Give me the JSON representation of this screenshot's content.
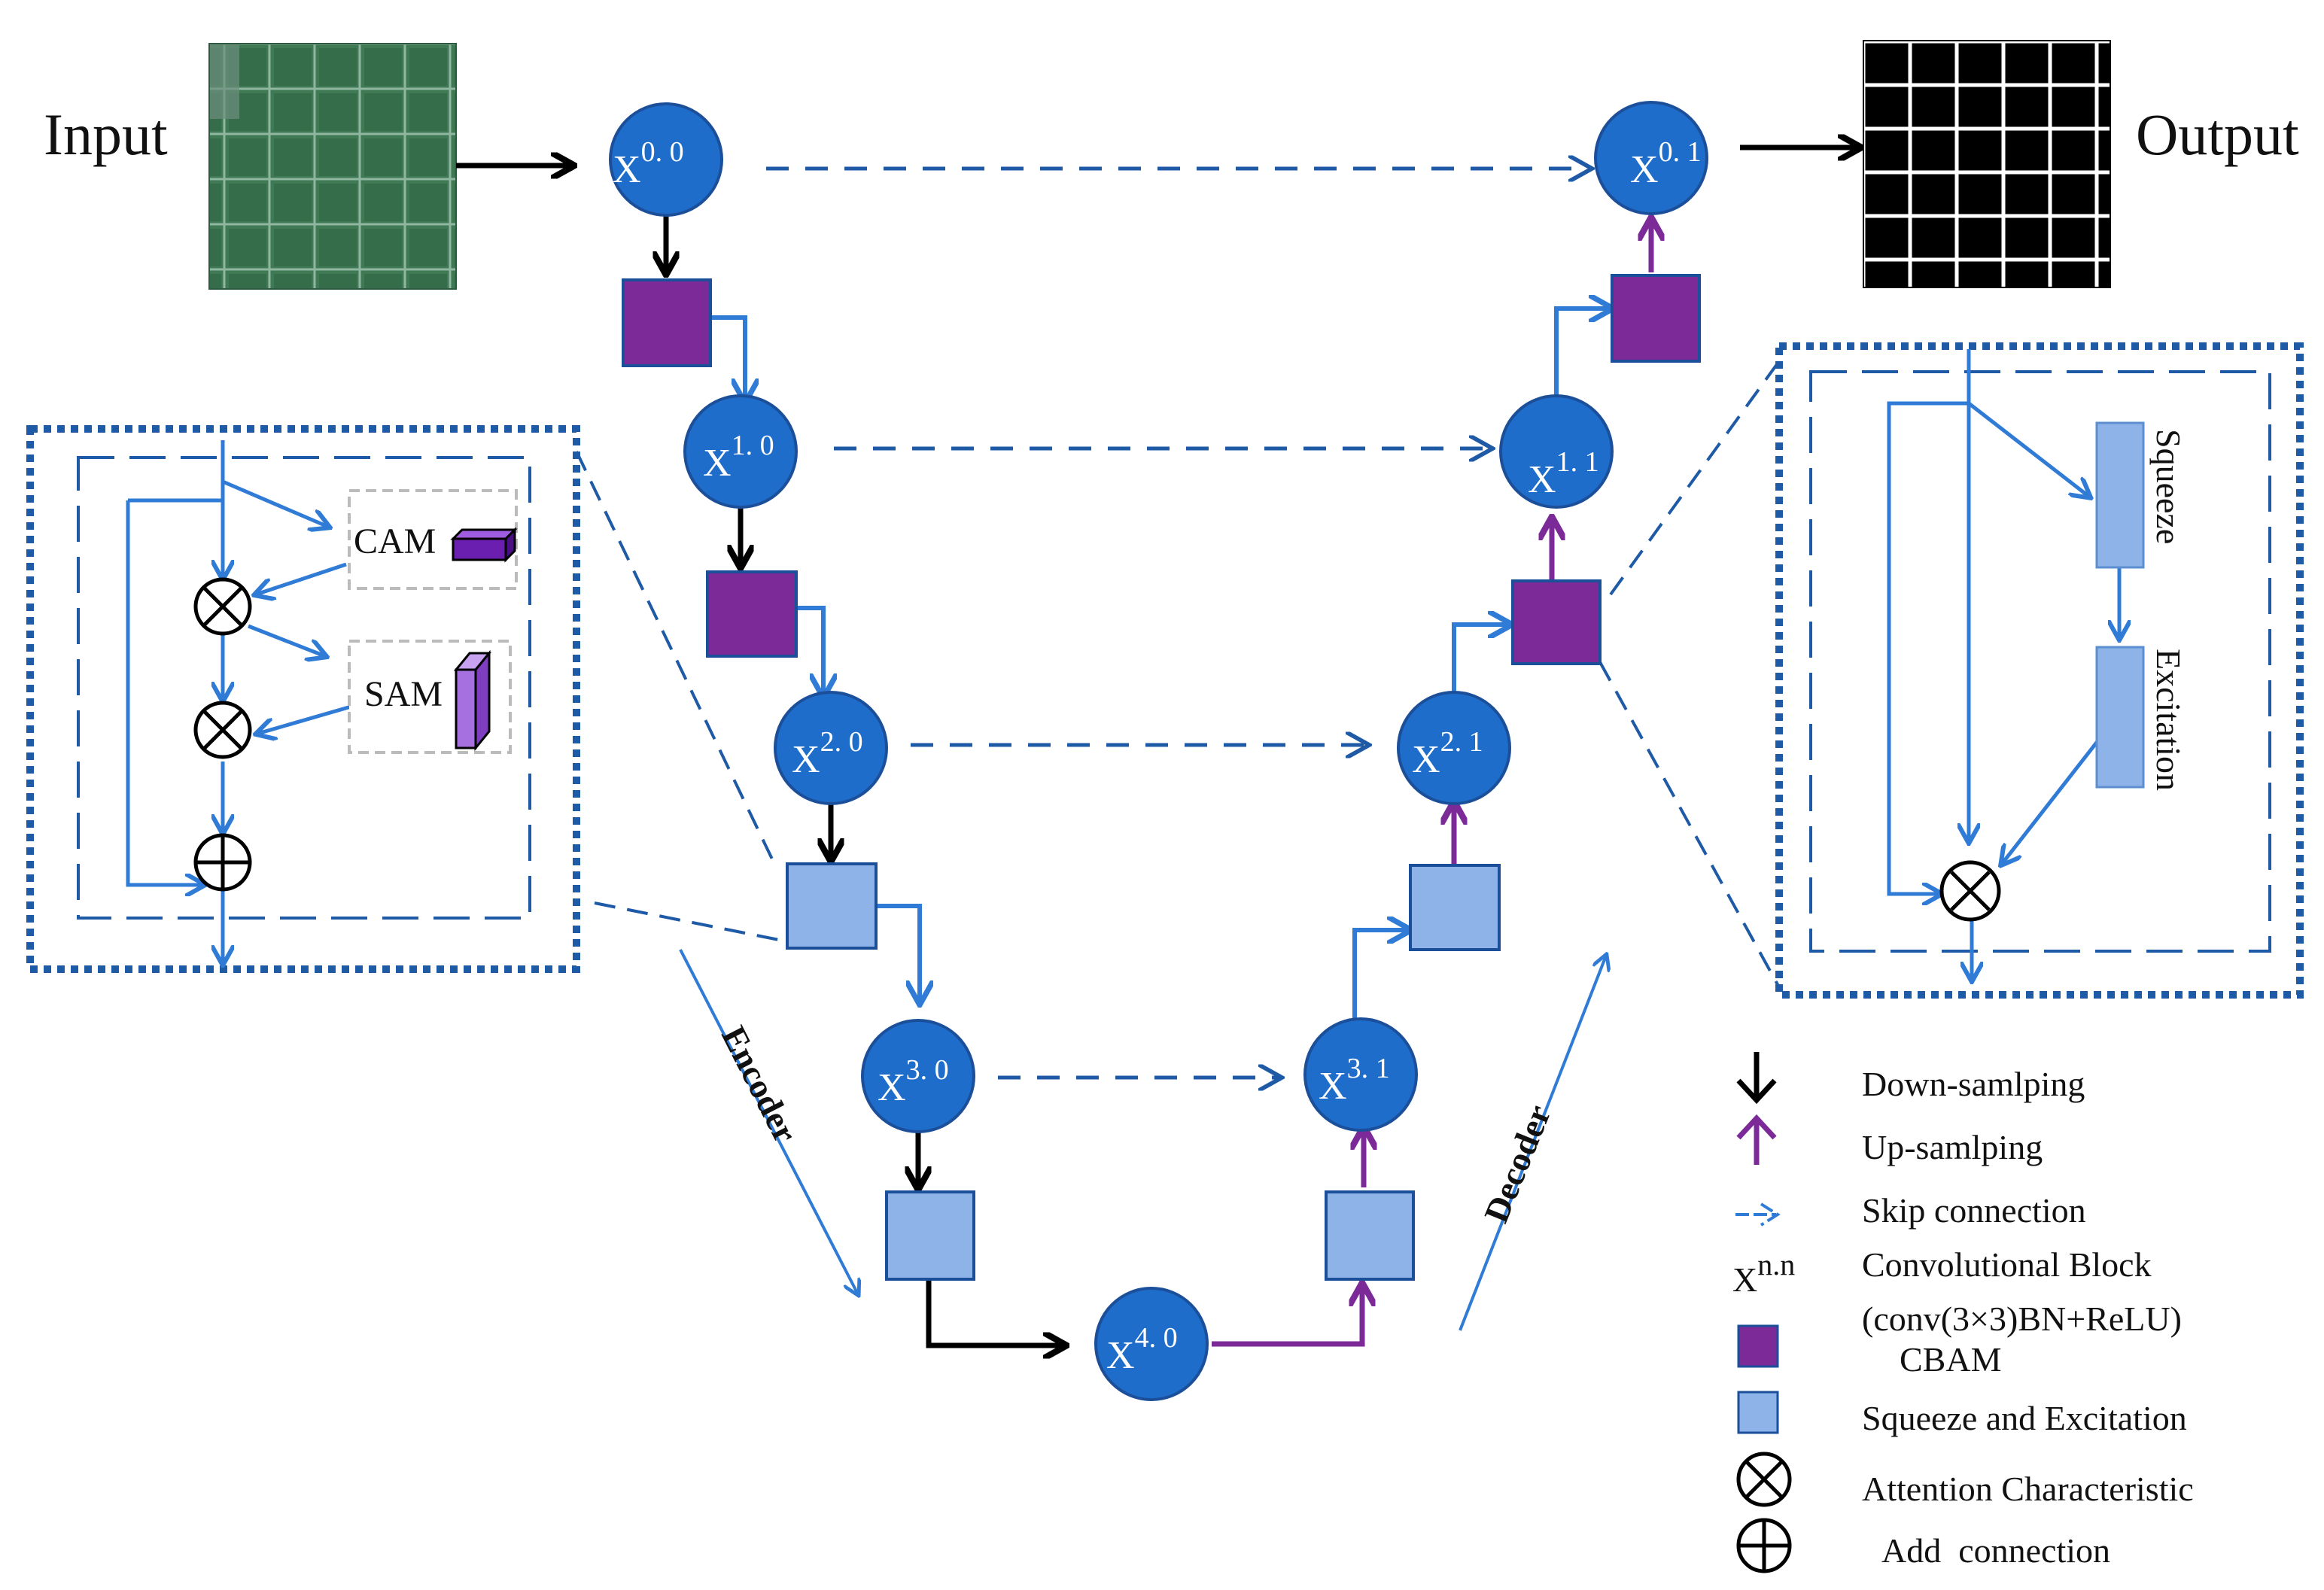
{
  "labels": {
    "input": "Input",
    "output": "Output",
    "encoder": "Encoder",
    "decoder": "Decoder"
  },
  "nodes": [
    {
      "id": "x00",
      "base": "X",
      "sup": "0. 0"
    },
    {
      "id": "x10",
      "base": "X",
      "sup": "1. 0"
    },
    {
      "id": "x20",
      "base": "X",
      "sup": "2. 0"
    },
    {
      "id": "x30",
      "base": "X",
      "sup": "3. 0"
    },
    {
      "id": "x40",
      "base": "X",
      "sup": "4. 0"
    },
    {
      "id": "x31",
      "base": "X",
      "sup": "3. 1"
    },
    {
      "id": "x21",
      "base": "X",
      "sup": "2. 1"
    },
    {
      "id": "x11",
      "base": "X",
      "sup": "1. 1"
    },
    {
      "id": "x01",
      "base": "X",
      "sup": "0. 1"
    }
  ],
  "cbam_detail": {
    "cam_label": "CAM",
    "sam_label": "SAM"
  },
  "se_detail": {
    "squeeze_label": "Squeeze",
    "excitation_label": "Excitation"
  },
  "legend": {
    "down": "Down-samlping",
    "up": "Up-samlping",
    "skip": "Skip connection",
    "conv_symbol_base": "X",
    "conv_symbol_sup": "n.n",
    "conv_line1": "Convolutional Block",
    "conv_line2": "(conv(3×3)BN+ReLU)",
    "cbam": "CBAM",
    "se": "Squeeze and Excitation",
    "attention": "Attention Characteristic",
    "add": "Add  connection"
  },
  "colors": {
    "node_fill": "#1F6DCB",
    "node_stroke": "#1B4F9A",
    "cbam_fill": "#7B2A98",
    "se_fill": "#8DB3E8",
    "blue_arrow": "#2F7BD6",
    "dashed_blue": "#1F5AA6",
    "purple_arrow": "#7B2A98",
    "black_arrow": "#000000",
    "dotted_frame": "#1F5AA6"
  }
}
